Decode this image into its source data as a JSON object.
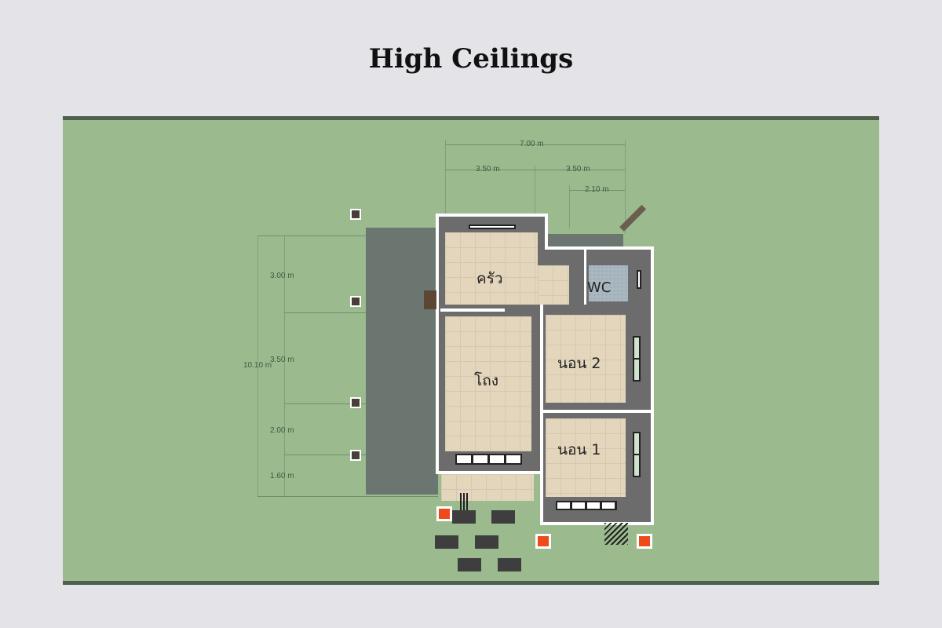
{
  "header": {
    "title": "High Ceilings"
  },
  "floorplan": {
    "colors": {
      "lawn": "#9bbb8f",
      "paving": "#6b7670",
      "wall": "#6c6c6c",
      "floor_tile": "#e4d6bd",
      "wc_tile": "#a9b8c0",
      "step_marker": "#ee4a1a"
    },
    "dimensions_top": {
      "total": "7.00 m",
      "left": "3.50 m",
      "right": "3.50 m",
      "wc": "2.10 m"
    },
    "dimensions_left": {
      "total": "10.10 m",
      "segments": [
        "3.00 m",
        "3.50 m",
        "2.00 m",
        "1.60 m"
      ]
    },
    "rooms": {
      "kitchen": "ครัว",
      "wc": "WC",
      "living": "โถง",
      "bedroom2": "นอน 2",
      "bedroom1": "นอน 1"
    }
  }
}
